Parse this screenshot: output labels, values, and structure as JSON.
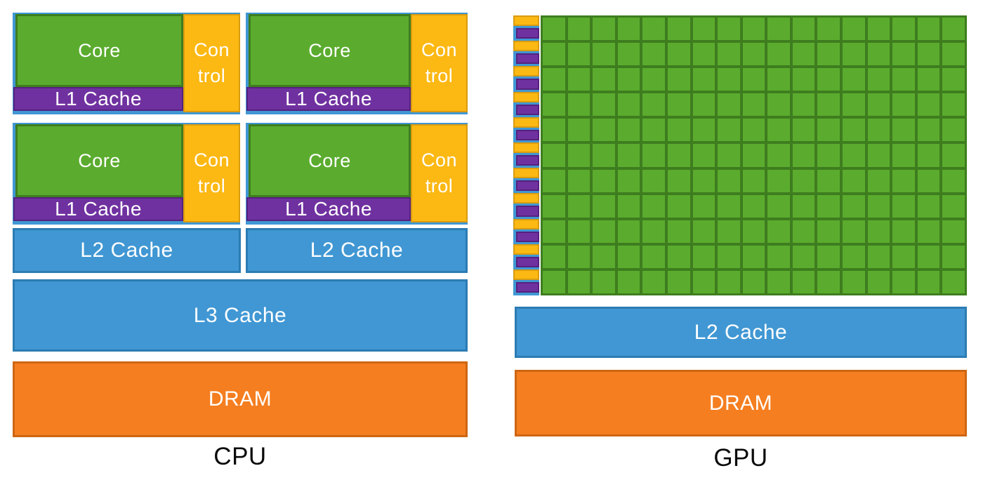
{
  "colors": {
    "core_green": "#5BAC2E",
    "core_green_dark": "#3E7D1F",
    "control_orange": "#FCB813",
    "control_orange_dark": "#D99C10",
    "cache_purple": "#7031A0",
    "cache_purple_dark": "#55217E",
    "mem_blue": "#4097D3",
    "mem_blue_dark": "#2C7CB3",
    "dram_orange": "#F57E20",
    "dram_orange_dark": "#CE6613",
    "text_white": "#FFFFFF",
    "label_black": "#0A0A0A"
  },
  "cpu": {
    "label": "CPU",
    "core_count": 4,
    "core_label": "Core",
    "control_line1": "Con",
    "control_line2": "trol",
    "l1_label": "L1 Cache",
    "l2_label": "L2 Cache",
    "l3_label": "L3 Cache",
    "dram_label": "DRAM"
  },
  "gpu": {
    "label": "GPU",
    "l2_label": "L2 Cache",
    "dram_label": "DRAM",
    "grid": {
      "rows": 11,
      "cols": 17
    },
    "stripes": {
      "count": 22,
      "pattern": [
        "control-orange",
        "cache-purple"
      ]
    }
  }
}
